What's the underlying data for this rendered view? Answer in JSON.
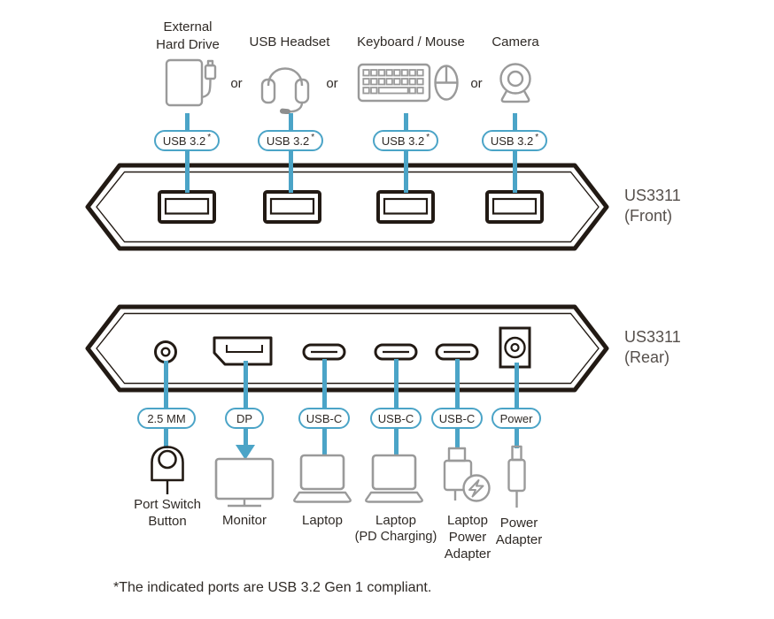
{
  "top_row": {
    "or_label": "or",
    "devices": [
      {
        "name": "external-hard-drive",
        "lines": [
          "External",
          "Hard Drive"
        ]
      },
      {
        "name": "usb-headset",
        "lines": [
          "USB Headset"
        ]
      },
      {
        "name": "keyboard-mouse",
        "lines": [
          "Keyboard / Mouse"
        ]
      },
      {
        "name": "camera",
        "lines": [
          "Camera"
        ]
      }
    ]
  },
  "port_tags_front": [
    {
      "label": "USB 3.2",
      "sup": "*"
    },
    {
      "label": "USB 3.2",
      "sup": "*"
    },
    {
      "label": "USB 3.2",
      "sup": "*"
    },
    {
      "label": "USB 3.2",
      "sup": "*"
    }
  ],
  "front_panel": {
    "title_lines": [
      "US3311",
      "(Front)"
    ],
    "ports": [
      "USB-A",
      "USB-A",
      "USB-A",
      "USB-A"
    ]
  },
  "rear_panel": {
    "title_lines": [
      "US3311",
      "(Rear)"
    ],
    "ports": [
      "2.5mm jack",
      "DisplayPort",
      "USB-C",
      "USB-C",
      "USB-C",
      "DC power jack"
    ]
  },
  "port_tags_rear": [
    {
      "label": "2.5 MM"
    },
    {
      "label": "DP"
    },
    {
      "label": "USB-C"
    },
    {
      "label": "USB-C"
    },
    {
      "label": "USB-C"
    },
    {
      "label": "Power"
    }
  ],
  "bottom_row": {
    "devices": [
      {
        "name": "port-switch-button",
        "lines": [
          "Port Switch",
          "Button"
        ]
      },
      {
        "name": "monitor",
        "lines": [
          "Monitor"
        ]
      },
      {
        "name": "laptop",
        "lines": [
          "Laptop"
        ]
      },
      {
        "name": "laptop-pd-charging",
        "lines": [
          "Laptop",
          "(PD Charging)"
        ]
      },
      {
        "name": "laptop-power-adapter",
        "lines": [
          "Laptop",
          "Power",
          "Adapter"
        ]
      },
      {
        "name": "power-adapter",
        "lines": [
          "Power",
          "Adapter"
        ]
      }
    ]
  },
  "footnote": "*The indicated ports are USB 3.2 Gen 1 compliant.",
  "colors": {
    "connector_blue": "#4BA4C7",
    "outline_black": "#221A14",
    "device_icon_gray": "#9A9A9A",
    "label_text": "#2F2A26",
    "panel_title_gray": "#56504C"
  }
}
